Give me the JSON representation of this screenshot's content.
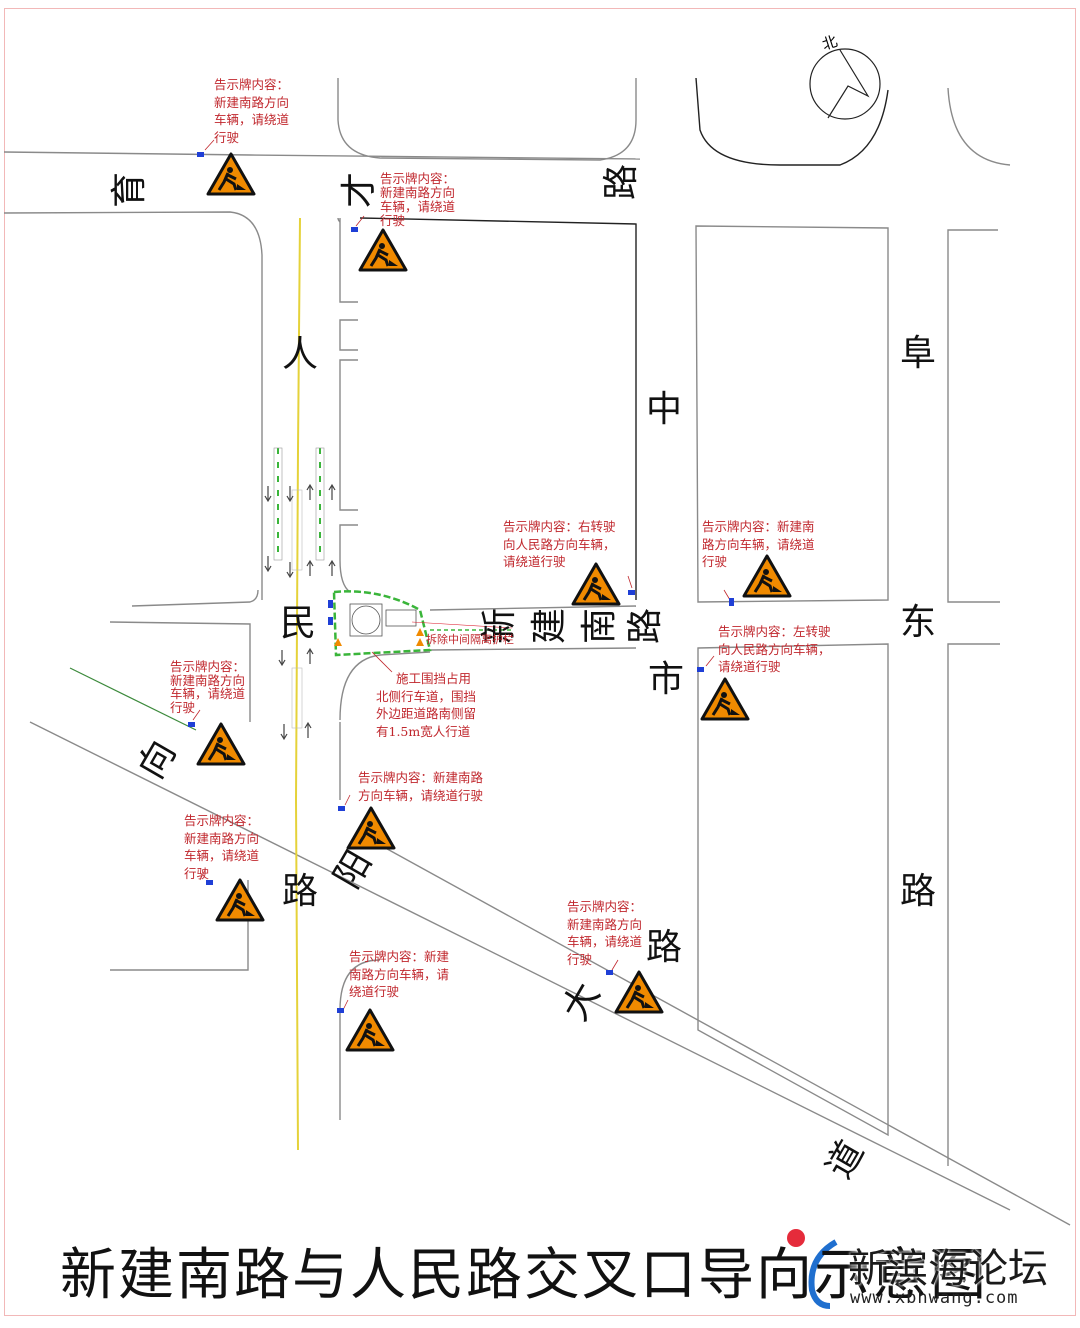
{
  "title": "新建南路与人民路交叉口导向示意图",
  "compass_label": "北",
  "road_labels": [
    {
      "id": "yu",
      "text": "育"
    },
    {
      "id": "cai",
      "text": "才"
    },
    {
      "id": "lu-cai",
      "text": "路"
    },
    {
      "id": "ren",
      "text": "人"
    },
    {
      "id": "min",
      "text": "民"
    },
    {
      "id": "zhong",
      "text": "中"
    },
    {
      "id": "fu",
      "text": "阜"
    },
    {
      "id": "dong",
      "text": "东"
    },
    {
      "id": "shi",
      "text": "市"
    },
    {
      "id": "lu-fu",
      "text": "路"
    },
    {
      "id": "xin",
      "text": "新"
    },
    {
      "id": "jian",
      "text": "建"
    },
    {
      "id": "nan",
      "text": "南"
    },
    {
      "id": "lu-xj",
      "text": "路"
    },
    {
      "id": "xiang",
      "text": "向"
    },
    {
      "id": "yang",
      "text": "阳"
    },
    {
      "id": "lu-xy",
      "text": "路"
    },
    {
      "id": "lu-dd",
      "text": "路"
    },
    {
      "id": "da",
      "text": "大"
    },
    {
      "id": "dao",
      "text": "道"
    }
  ],
  "signs": [
    {
      "id": "s1",
      "lines": [
        "告示牌内容：",
        "新建南路方向",
        "车辆，请绕道",
        "行驶"
      ]
    },
    {
      "id": "s2",
      "lines": [
        "告示牌内容：",
        "新建南路方向",
        "车辆，请绕道",
        "行驶"
      ]
    },
    {
      "id": "s3",
      "lines": [
        "告示牌内容：右转驶",
        "向人民路方向车辆，",
        "请绕道行驶"
      ]
    },
    {
      "id": "s4",
      "lines": [
        "告示牌内容：新建南",
        "路方向车辆，请绕道",
        "行驶"
      ]
    },
    {
      "id": "s5",
      "lines": [
        "告示牌内容：左转驶",
        "向人民路方向车辆，",
        "请绕道行驶"
      ]
    },
    {
      "id": "s6",
      "lines": [
        "告示牌内容：",
        "新建南路方向",
        "车辆，请绕道",
        "行驶"
      ]
    },
    {
      "id": "s7",
      "lines": [
        "告示牌内容：新建南路",
        "方向车辆，请绕道行驶"
      ]
    },
    {
      "id": "s8",
      "lines": [
        "告示牌内容：",
        "新建南路方向",
        "车辆，请绕道",
        "行驶"
      ]
    },
    {
      "id": "s9",
      "lines": [
        "告示牌内容：",
        "新建南路方向",
        "车辆，请绕道",
        "行驶"
      ]
    },
    {
      "id": "s10",
      "lines": [
        "告示牌内容：新建",
        "南路方向车辆，请",
        "绕道行驶"
      ]
    }
  ],
  "construction_note": [
    "施工围挡占用",
    "北侧行车道，围挡",
    "外边距道路南侧留",
    "有1.5m宽人行道"
  ],
  "remove_note": "拆除中间隔离护栏",
  "colors": {
    "note_red": "#c0272d",
    "sign_orange": "#f08a00",
    "fence_green": "#3ab53a",
    "marker_blue": "#1f3fd6",
    "centerline_yellow": "#e5d23a"
  },
  "watermark": {
    "name": "新滨海论坛",
    "url": "www.xbhwang.com"
  }
}
